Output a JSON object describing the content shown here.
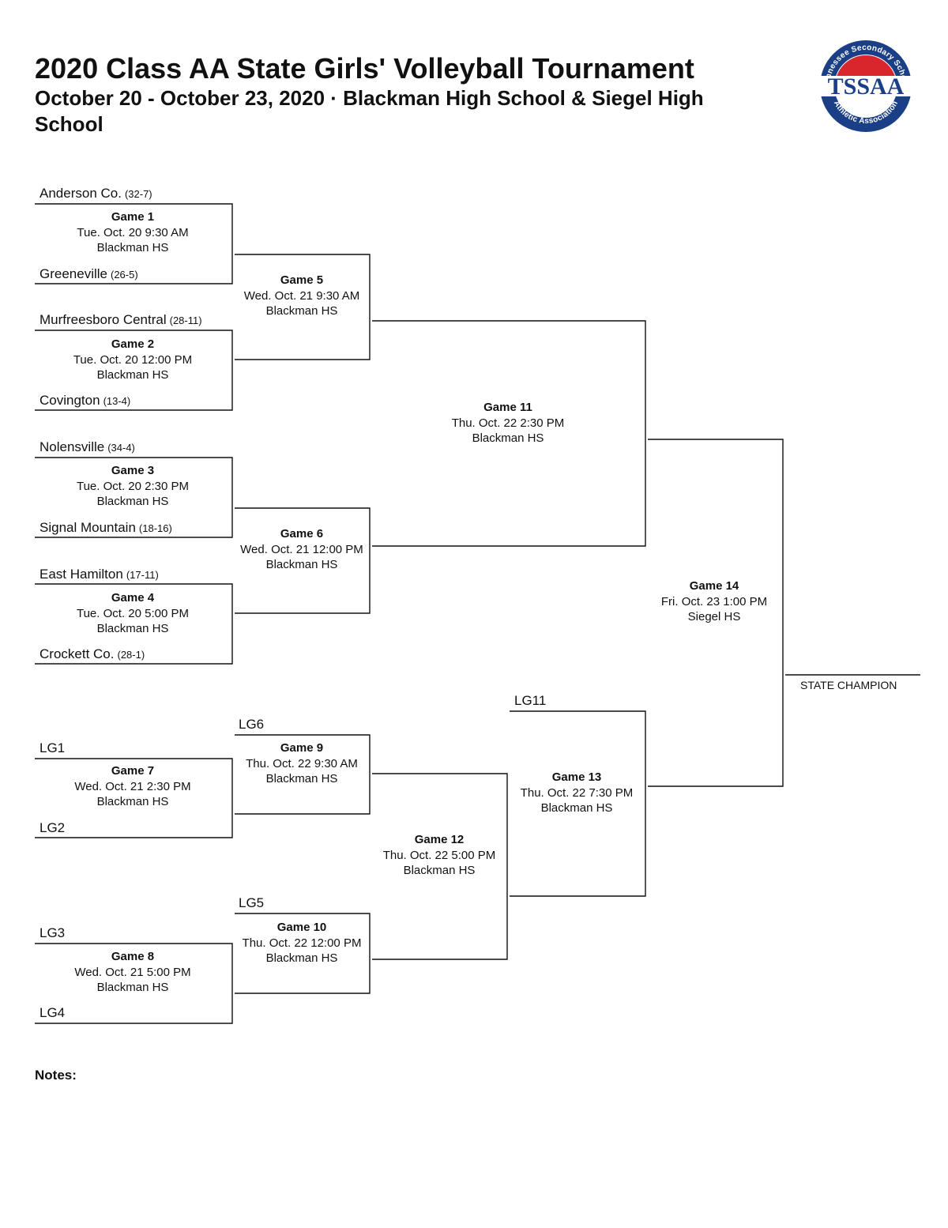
{
  "header": {
    "title": "2020 Class AA State Girls' Volleyball Tournament",
    "subtitle": "October 20 - October 23, 2020 · Blackman High School & Siegel High School"
  },
  "logo": {
    "text": "TSSAA",
    "arc_top": "Tennessee Secondary School",
    "arc_bottom": "Athletic Association",
    "colors": {
      "ring": "#1b3f86",
      "band": "#d8262c"
    }
  },
  "teams": [
    {
      "name": "Anderson Co.",
      "record": "(32-7)"
    },
    {
      "name": "Greeneville",
      "record": "(26-5)"
    },
    {
      "name": "Murfreesboro Central",
      "record": "(28-11)"
    },
    {
      "name": "Covington",
      "record": "(13-4)"
    },
    {
      "name": "Nolensville",
      "record": "(34-4)"
    },
    {
      "name": "Signal Mountain",
      "record": "(18-16)"
    },
    {
      "name": "East Hamilton",
      "record": "(17-11)"
    },
    {
      "name": "Crockett Co.",
      "record": "(28-1)"
    },
    {
      "name": "LG1",
      "record": ""
    },
    {
      "name": "LG2",
      "record": ""
    },
    {
      "name": "LG3",
      "record": ""
    },
    {
      "name": "LG4",
      "record": ""
    },
    {
      "name": "LG6",
      "record": ""
    },
    {
      "name": "LG5",
      "record": ""
    },
    {
      "name": "LG11",
      "record": ""
    }
  ],
  "games": [
    {
      "name": "Game 1",
      "time": "Tue. Oct. 20 9:30 AM",
      "site": "Blackman HS"
    },
    {
      "name": "Game 2",
      "time": "Tue. Oct. 20 12:00 PM",
      "site": "Blackman HS"
    },
    {
      "name": "Game 3",
      "time": "Tue. Oct. 20 2:30 PM",
      "site": "Blackman HS"
    },
    {
      "name": "Game 4",
      "time": "Tue. Oct. 20 5:00 PM",
      "site": "Blackman HS"
    },
    {
      "name": "Game 5",
      "time": "Wed. Oct. 21 9:30 AM",
      "site": "Blackman HS"
    },
    {
      "name": "Game 6",
      "time": "Wed. Oct. 21 12:00 PM",
      "site": "Blackman HS"
    },
    {
      "name": "Game 7",
      "time": "Wed. Oct. 21 2:30 PM",
      "site": "Blackman HS"
    },
    {
      "name": "Game 8",
      "time": "Wed. Oct. 21 5:00 PM",
      "site": "Blackman HS"
    },
    {
      "name": "Game 9",
      "time": "Thu. Oct. 22 9:30 AM",
      "site": "Blackman HS"
    },
    {
      "name": "Game 10",
      "time": "Thu. Oct. 22 12:00 PM",
      "site": "Blackman HS"
    },
    {
      "name": "Game 11",
      "time": "Thu. Oct. 22 2:30 PM",
      "site": "Blackman HS"
    },
    {
      "name": "Game 12",
      "time": "Thu. Oct. 22 5:00 PM",
      "site": "Blackman HS"
    },
    {
      "name": "Game 13",
      "time": "Thu. Oct. 22 7:30 PM",
      "site": "Blackman HS"
    },
    {
      "name": "Game 14",
      "time": "Fri. Oct. 23 1:00 PM",
      "site": "Siegel HS"
    }
  ],
  "champion_label": "STATE CHAMPION",
  "notes_label": "Notes:"
}
